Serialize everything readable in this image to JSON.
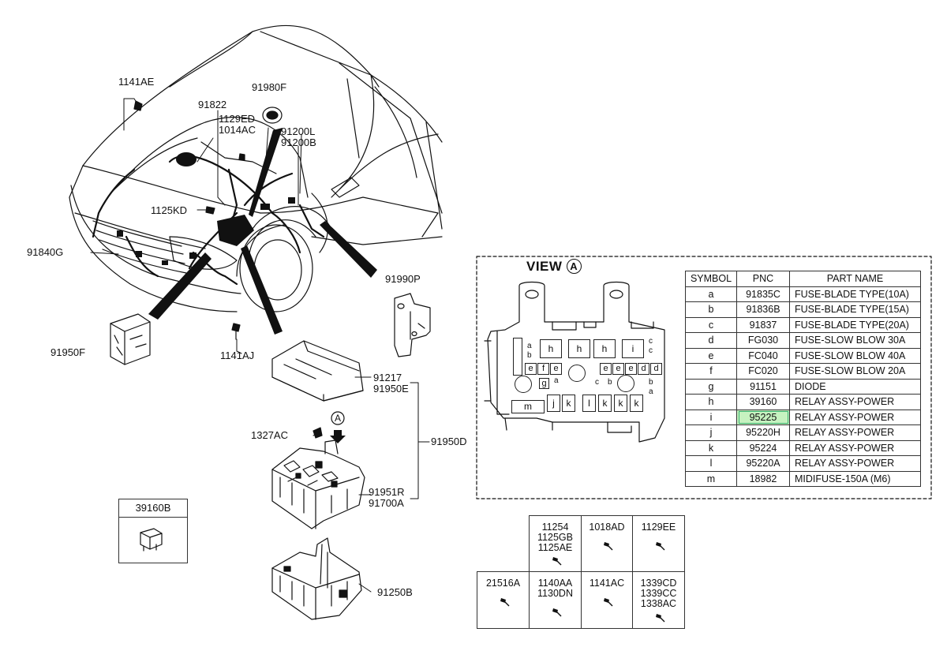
{
  "callouts": {
    "c_1141AE": "1141AE",
    "c_91980F": "91980F",
    "c_91822": "91822",
    "c_1129ED": "1129ED",
    "c_1014AC": "1014AC",
    "c_91200L": "91200L",
    "c_91200B": "91200B",
    "c_1125KD": "1125KD",
    "c_91840G": "91840G",
    "c_91990P": "91990P",
    "c_91950F": "91950F",
    "c_1141AJ": "1141AJ",
    "c_91217": "91217",
    "c_91950E": "91950E",
    "c_91950D": "91950D",
    "c_1327AC": "1327AC",
    "c_91951R": "91951R",
    "c_91700A": "91700A",
    "c_91250B": "91250B",
    "c_39160B": "39160B",
    "marker_a": "A"
  },
  "view": {
    "title": "VIEW",
    "marker": "A"
  },
  "fuse_box_labels": {
    "h": "h",
    "i": "i",
    "e": "e",
    "f": "f",
    "g": "g",
    "m": "m",
    "j": "j",
    "k": "k",
    "l": "l",
    "b": "b",
    "c": "c",
    "a": "a",
    "d": "d"
  },
  "parts_table": {
    "headers": [
      "SYMBOL",
      "PNC",
      "PART NAME"
    ],
    "rows": [
      {
        "symbol": "a",
        "pnc": "91835C",
        "name": "FUSE-BLADE TYPE(10A)"
      },
      {
        "symbol": "b",
        "pnc": "91836B",
        "name": "FUSE-BLADE TYPE(15A)"
      },
      {
        "symbol": "c",
        "pnc": "91837",
        "name": "FUSE-BLADE TYPE(20A)"
      },
      {
        "symbol": "d",
        "pnc": "FG030",
        "name": "FUSE-SLOW BLOW 30A"
      },
      {
        "symbol": "e",
        "pnc": "FC040",
        "name": "FUSE-SLOW BLOW 40A"
      },
      {
        "symbol": "f",
        "pnc": "FC020",
        "name": "FUSE-SLOW BLOW 20A"
      },
      {
        "symbol": "g",
        "pnc": "91151",
        "name": "DIODE"
      },
      {
        "symbol": "h",
        "pnc": "39160",
        "name": "RELAY ASSY-POWER"
      },
      {
        "symbol": "i",
        "pnc": "95225",
        "name": "RELAY ASSY-POWER",
        "highlight": true
      },
      {
        "symbol": "j",
        "pnc": "95220H",
        "name": "RELAY ASSY-POWER"
      },
      {
        "symbol": "k",
        "pnc": "95224",
        "name": "RELAY ASSY-POWER"
      },
      {
        "symbol": "l",
        "pnc": "95220A",
        "name": "RELAY ASSY-POWER"
      },
      {
        "symbol": "m",
        "pnc": "18982",
        "name": "MIDIFUSE-150A (M6)"
      }
    ]
  },
  "fasteners": {
    "top_row": [
      {
        "codes": [
          "11254",
          "1125GB",
          "1125AE"
        ]
      },
      {
        "codes": [
          "1018AD"
        ]
      },
      {
        "codes": [
          "1129EE"
        ]
      }
    ],
    "bottom_row": [
      {
        "codes": [
          "21516A"
        ]
      },
      {
        "codes": [
          "1140AA",
          "1130DN"
        ]
      },
      {
        "codes": [
          "1141AC"
        ]
      },
      {
        "codes": [
          "1339CD",
          "1339CC",
          "1338AC"
        ]
      }
    ]
  },
  "colors": {
    "line": "#111111",
    "highlight_fill": "#c6f2c0",
    "highlight_border": "#3cb371"
  }
}
